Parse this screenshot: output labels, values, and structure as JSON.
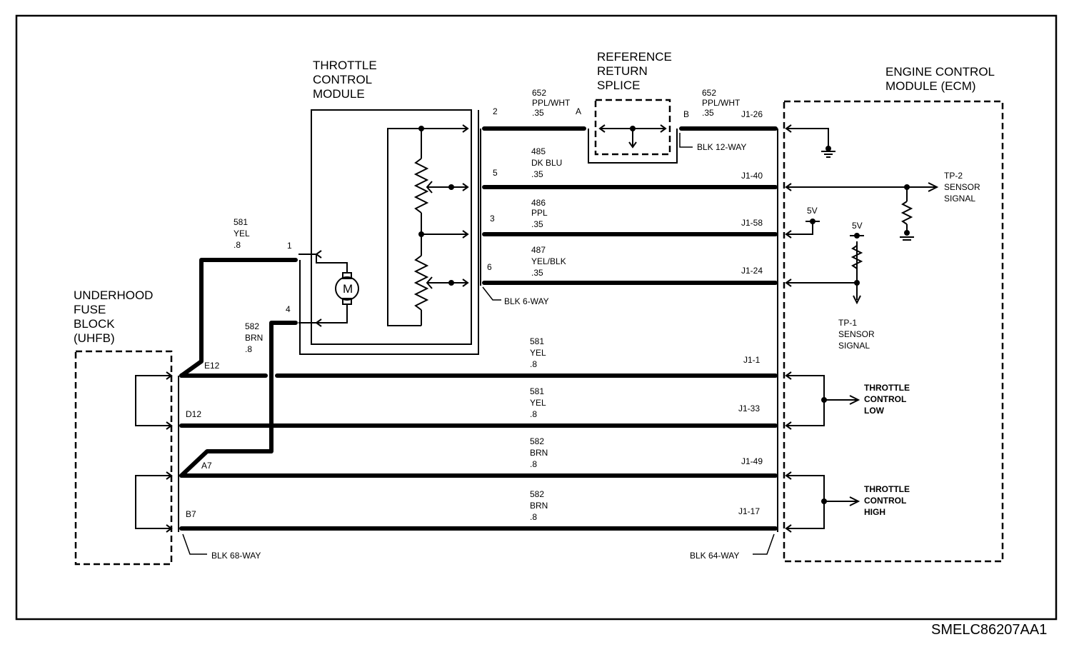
{
  "diagram_id": "SMELC86207AA1",
  "components": {
    "throttle_module": [
      "THROTTLE",
      "CONTROL",
      "MODULE"
    ],
    "splice": [
      "REFERENCE",
      "RETURN",
      "SPLICE"
    ],
    "ecm": [
      "ENGINE CONTROL",
      "MODULE (ECM)"
    ],
    "uhfb": [
      "UNDERHOOD",
      "FUSE",
      "BLOCK",
      "(UHFB)"
    ],
    "motor": "M"
  },
  "connectors": {
    "blk_12way": "BLK 12-WAY",
    "blk_6way": "BLK 6-WAY",
    "blk_68way": "BLK 68-WAY",
    "blk_64way": "BLK 64-WAY",
    "splice_a": "A",
    "splice_b": "B"
  },
  "wires": {
    "w652a": [
      "652",
      "PPL/WHT",
      ".35"
    ],
    "w652b": [
      "652",
      "PPL/WHT",
      ".35"
    ],
    "w485": [
      "485",
      "DK BLU",
      ".35"
    ],
    "w486": [
      "486",
      "PPL",
      ".35"
    ],
    "w487": [
      "487",
      "YEL/BLK",
      ".35"
    ],
    "w581_top": [
      "581",
      "YEL",
      ".8"
    ],
    "w582_top": [
      "582",
      "BRN",
      ".8"
    ],
    "w581_e": [
      "581",
      "YEL",
      ".8"
    ],
    "w581_d": [
      "581",
      "YEL",
      ".8"
    ],
    "w582_a": [
      "582",
      "BRN",
      ".8"
    ],
    "w582_b": [
      "582",
      "BRN",
      ".8"
    ]
  },
  "pins": {
    "tcm": [
      "2",
      "5",
      "3",
      "6",
      "1",
      "4"
    ],
    "ecm": [
      "J1-26",
      "J1-40",
      "J1-58",
      "J1-24",
      "J1-1",
      "J1-33",
      "J1-49",
      "J1-17"
    ],
    "uhfb": [
      "E12",
      "D12",
      "A7",
      "B7"
    ]
  },
  "signals": {
    "tp2": [
      "TP-2",
      "SENSOR",
      "SIGNAL"
    ],
    "tp1": [
      "TP-1",
      "SENSOR",
      "SIGNAL"
    ],
    "tc_low": [
      "THROTTLE",
      "CONTROL",
      "LOW"
    ],
    "tc_high": [
      "THROTTLE",
      "CONTROL",
      "HIGH"
    ],
    "v5a": "5V",
    "v5b": "5V"
  }
}
